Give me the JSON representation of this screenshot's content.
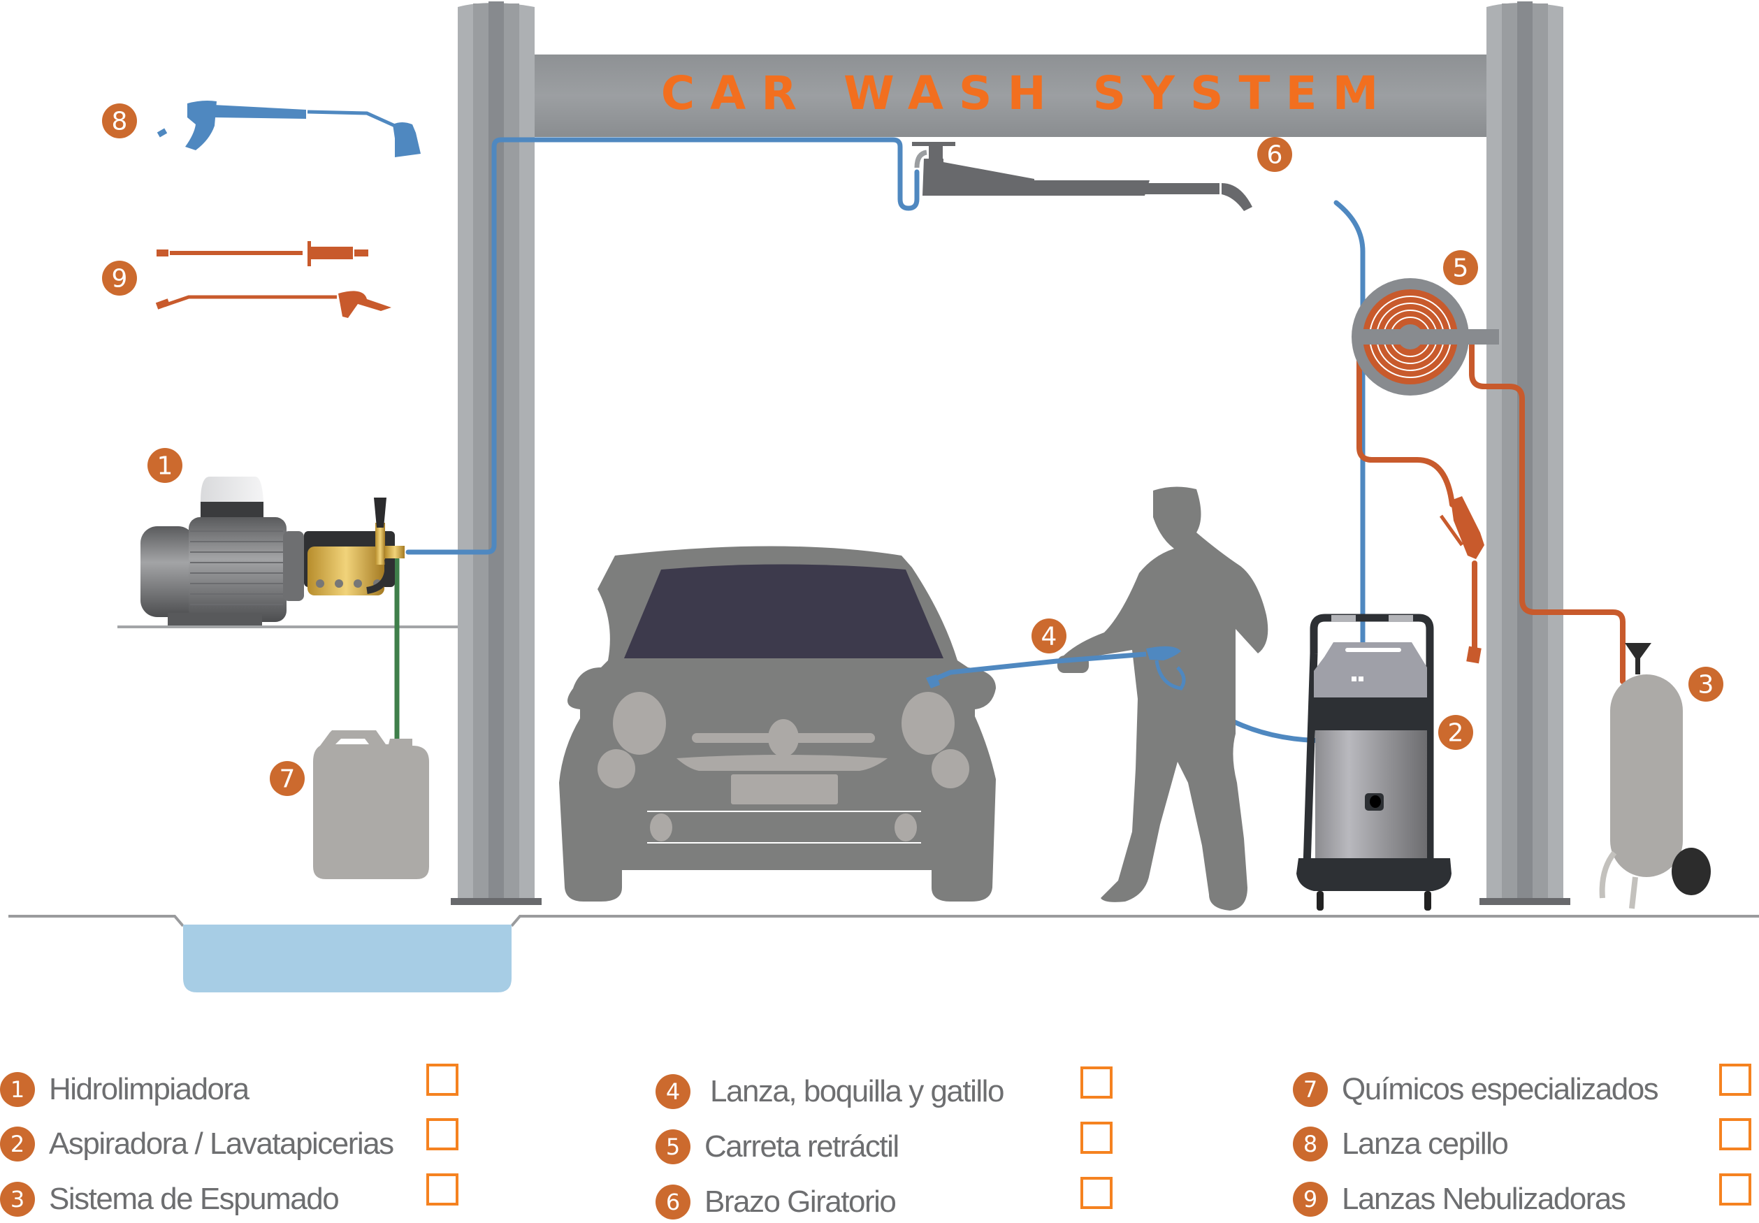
{
  "title": "CAR WASH SYSTEM",
  "colors": {
    "accent_orange": "#f26f1f",
    "badge": "#cc6a2e",
    "water_hose": "#4f88c0",
    "foam_hose": "#c85a2c",
    "chem_hose": "#3f7f4a",
    "checkbox_border": "#f58220",
    "structure_gray": "#9a9da0",
    "silhouette_gray": "#7d7e7d",
    "drain_water": "#a7cde5"
  },
  "callouts": [
    {
      "number": "1",
      "item": "pressure-washer"
    },
    {
      "number": "2",
      "item": "vacuum-cleaner"
    },
    {
      "number": "3",
      "item": "foam-tank"
    },
    {
      "number": "4",
      "item": "spray-lance"
    },
    {
      "number": "5",
      "item": "hose-reel"
    },
    {
      "number": "6",
      "item": "swing-boom"
    },
    {
      "number": "7",
      "item": "chemical-canister"
    },
    {
      "number": "8",
      "item": "brush-lance"
    },
    {
      "number": "9",
      "item": "mist-lances"
    }
  ],
  "legend": {
    "columns": [
      {
        "items": [
          {
            "number": "1",
            "label": "Hidrolimpiadora",
            "checked": false
          },
          {
            "number": "2",
            "label": "Aspiradora / Lavatapicerias",
            "checked": false
          },
          {
            "number": "3",
            "label": "Sistema de Espumado",
            "checked": false
          }
        ]
      },
      {
        "items": [
          {
            "number": "4",
            "label": "Lanza, boquilla y gatillo",
            "checked": false
          },
          {
            "number": "5",
            "label": "Carreta retráctil",
            "checked": false
          },
          {
            "number": "6",
            "label": "Brazo Giratorio",
            "checked": false
          }
        ]
      },
      {
        "items": [
          {
            "number": "7",
            "label": "Químicos especializados",
            "checked": false
          },
          {
            "number": "8",
            "label": "Lanza cepillo",
            "checked": false
          },
          {
            "number": "9",
            "label": "Lanzas Nebulizadoras",
            "checked": false
          }
        ]
      }
    ]
  }
}
